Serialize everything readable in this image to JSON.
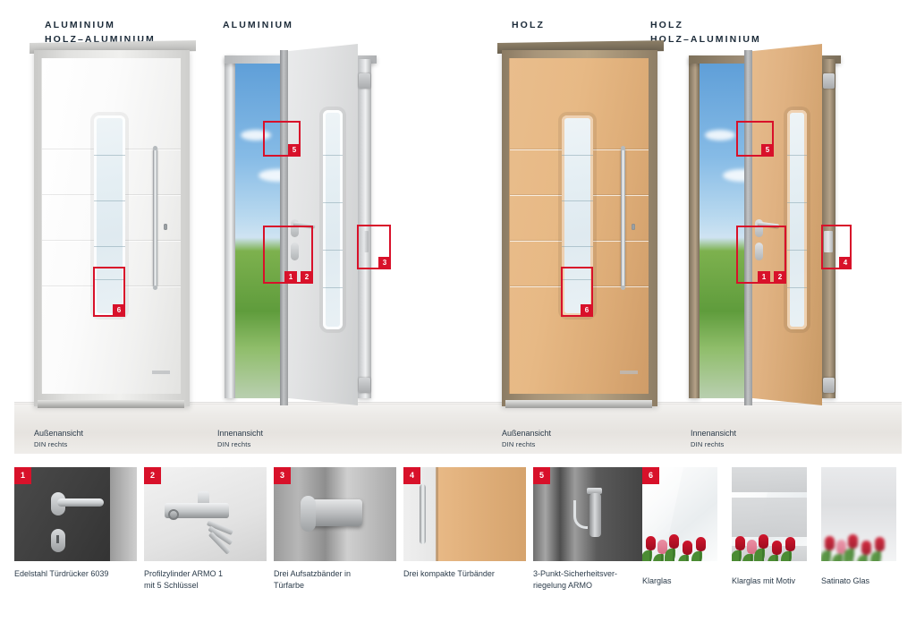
{
  "headings": [
    {
      "id": "aluminium-holz-aluminium",
      "line1": "ALUMINIUM",
      "line2": "HOLZ–ALUMINIUM"
    },
    {
      "id": "aluminium",
      "line1": "ALUMINIUM",
      "line2": ""
    },
    {
      "id": "holz",
      "line1": "HOLZ",
      "line2": ""
    },
    {
      "id": "holz-holz-aluminium",
      "line1": "HOLZ",
      "line2": "HOLZ–ALUMINIUM"
    }
  ],
  "views": [
    {
      "id": "alu-exterior",
      "title": "Außenansicht",
      "din": "DIN rechts"
    },
    {
      "id": "alu-interior",
      "title": "Innenansicht",
      "din": "DIN rechts"
    },
    {
      "id": "holz-exterior",
      "title": "Außenansicht",
      "din": "DIN rechts"
    },
    {
      "id": "holz-interior",
      "title": "Innenansicht",
      "din": "DIN rechts"
    }
  ],
  "callouts": [
    {
      "id": "alu-int-5",
      "numbers": [
        "5"
      ]
    },
    {
      "id": "alu-int-12",
      "numbers": [
        "1",
        "2"
      ]
    },
    {
      "id": "alu-int-3",
      "numbers": [
        "3"
      ]
    },
    {
      "id": "alu-ext-6",
      "numbers": [
        "6"
      ]
    },
    {
      "id": "holz-int-5",
      "numbers": [
        "5"
      ]
    },
    {
      "id": "holz-int-12",
      "numbers": [
        "1",
        "2"
      ]
    },
    {
      "id": "holz-int-4",
      "numbers": [
        "4"
      ]
    },
    {
      "id": "holz-ext-6",
      "numbers": [
        "6"
      ]
    }
  ],
  "features": [
    {
      "number": "1",
      "caption": "Edelstahl Türdrücker 6039"
    },
    {
      "number": "2",
      "caption": "Profilzylinder ARMO 1\nmit 5 Schlüssel"
    },
    {
      "number": "3",
      "caption": "Drei Aufsatzbänder in\nTürfarbe"
    },
    {
      "number": "4",
      "caption": "Drei kompakte Türbänder"
    },
    {
      "number": "5",
      "caption": "3-Punkt-Sicherheitsver-\nriegelung ARMO"
    },
    {
      "number": "6",
      "caption": "Klarglas"
    }
  ],
  "glass_samples": [
    {
      "id": "klarglas",
      "caption": "Klarglas"
    },
    {
      "id": "klarglas-mit-motiv",
      "caption": "Klarglas mit Motiv"
    },
    {
      "id": "satinato-glas",
      "caption": "Satinato Glas"
    }
  ],
  "colors": {
    "accent_red": "#d8112a",
    "heading_text": "#1b2a38",
    "caption_text": "#2b3b4a",
    "page_background": "#ffffff",
    "aluminium_leaf": "#f1f1f0",
    "wood_leaf": "#e2b07c",
    "floor": "#eceae7"
  }
}
